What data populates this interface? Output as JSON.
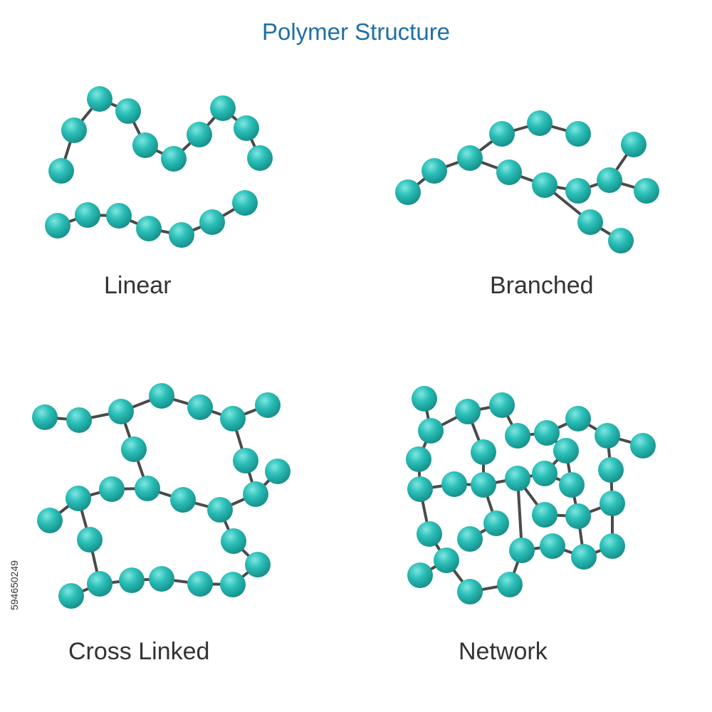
{
  "title": "Polymer Structure",
  "colors": {
    "atom": "#2bbfb8",
    "atom_highlight": "#7fe6e0",
    "atom_shade": "#168f8a",
    "bond": "#4a4a4a",
    "title": "#1f6fa8",
    "label": "#333333"
  },
  "panels": [
    {
      "id": "linear",
      "label": "Linear"
    },
    {
      "id": "branched",
      "label": "Branched"
    },
    {
      "id": "cross-linked",
      "label": "Cross Linked"
    },
    {
      "id": "network",
      "label": "Network"
    }
  ],
  "stock_id": "594650249"
}
